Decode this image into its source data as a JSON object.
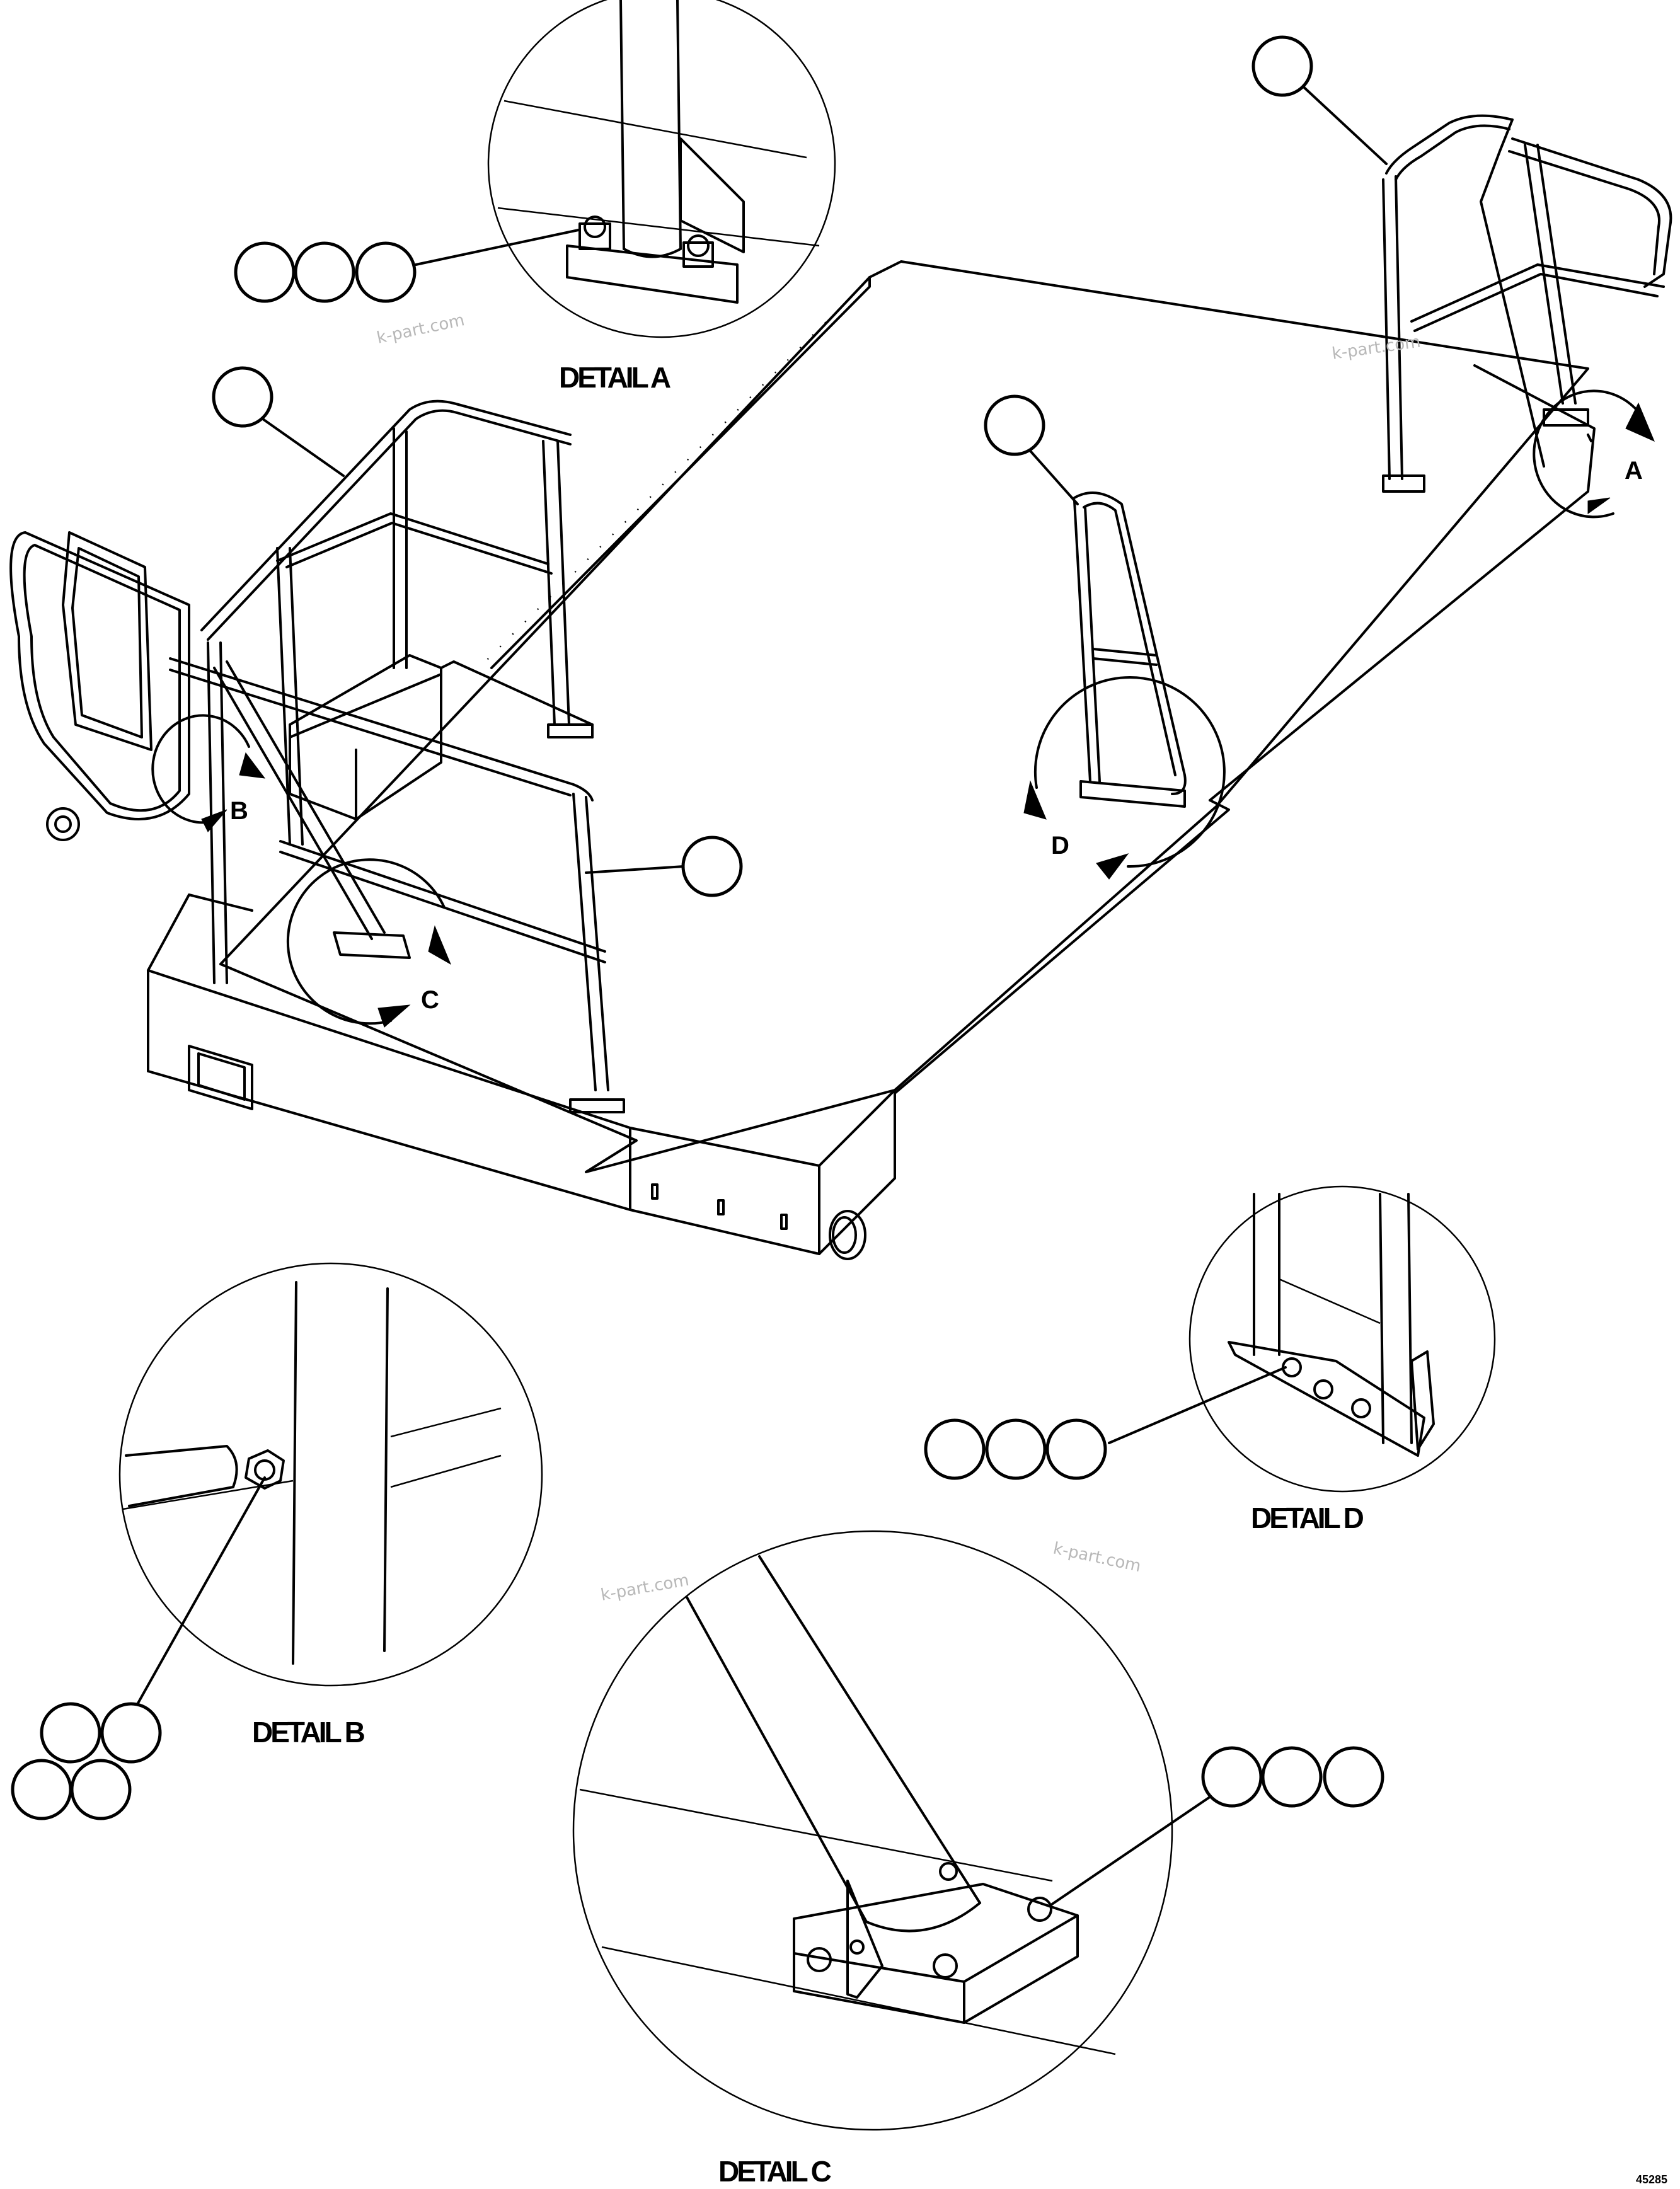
{
  "detail_captions": {
    "a": "DETAIL A",
    "b": "DETAIL B",
    "c": "DETAIL C",
    "d": "DETAIL D"
  },
  "view_letters": {
    "a": "A",
    "b": "B",
    "c": "C",
    "d": "D"
  },
  "watermark": "k-part.com",
  "drawing_number": "45285",
  "balloons": {
    "detail_a_callouts": 3,
    "detail_b_callouts": 4,
    "detail_c_callouts": 3,
    "detail_d_callouts": 3,
    "main_view_callouts": 4
  }
}
